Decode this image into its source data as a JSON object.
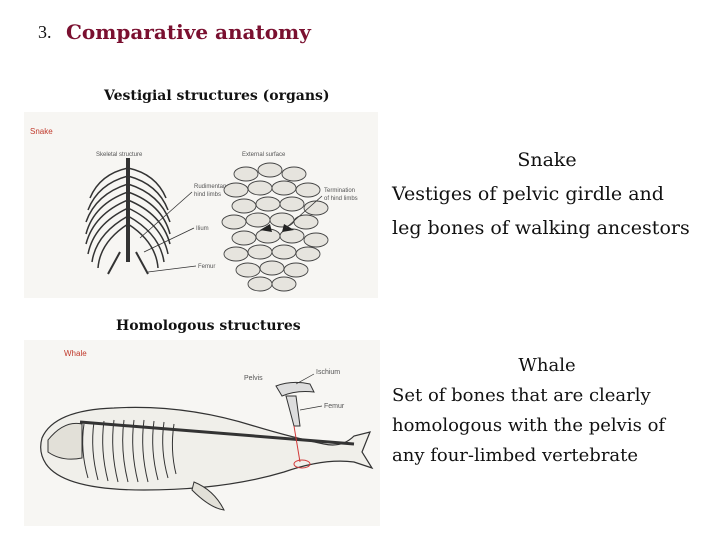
{
  "slide": {
    "number": "3.",
    "title": "Comparative anatomy",
    "vestigial_heading": "Vestigial structures (organs)",
    "homologous_heading": "Homologous structures"
  },
  "snake_figure": {
    "tag": "Snake",
    "skeleton_label": "Skeletal structure",
    "external_label": "External surface",
    "rudimentary_label_1": "Rudimentary",
    "rudimentary_label_2": "hind limbs",
    "ilium_label": "Ilium",
    "femur_label": "Femur",
    "termination_label_1": "Termination",
    "termination_label_2": "of hind limbs"
  },
  "whale_figure": {
    "tag": "Whale",
    "ischium_label": "Ischium",
    "pelvis_label": "Pelvis",
    "femur_label": "Femur"
  },
  "snake_caption": {
    "heading": "Snake",
    "line1": "Vestiges of pelvic girdle and",
    "line2": "leg bones of walking ancestors"
  },
  "whale_caption": {
    "heading": "Whale",
    "line1": "Set of bones that are clearly",
    "line2": "homologous with the pelvis of",
    "line3": "any four-limbed vertebrate"
  },
  "colors": {
    "title": "#7a1030",
    "figure_tag": "#c0392b",
    "pointer": "#d23a3a"
  }
}
